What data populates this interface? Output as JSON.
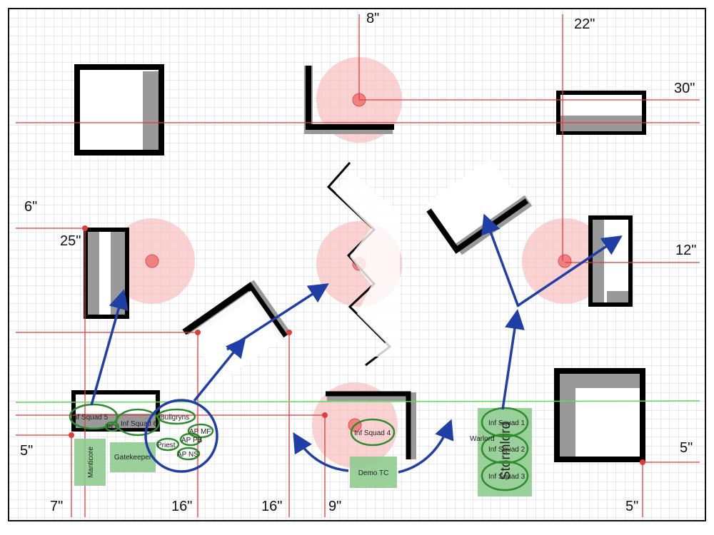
{
  "measurements": {
    "m8": "8\"",
    "m22": "22\"",
    "m30": "30\"",
    "m6": "6\"",
    "m25": "25\"",
    "m12": "12\"",
    "m5_left": "5\"",
    "m5_right": "5\"",
    "m7": "7\"",
    "m16_a": "16\"",
    "m16_b": "16\"",
    "m9": "9\"",
    "m5_bottom": "5\""
  },
  "units": {
    "inf_squad_5": "Inf Squad 5",
    "inf_squad_6": "Inf Squad 6",
    "po": "PO",
    "bullgryns": "Bullgryns",
    "ap_mf": "AP MF",
    "ap_pb": "AP PB",
    "priest": "Priest",
    "ap_ns": "AP NS",
    "inf_squad_4": "Inf Squad 4",
    "inf_squad_1": "Inf Squad 1",
    "inf_squad_2": "Inf Squad 2",
    "inf_squad_3": "Inf Squad 3",
    "warlord": "Warlord"
  },
  "vehicles": {
    "manticore": "Manticore",
    "gatekeeper": "Gatekeeper",
    "demo_tc": "Demo TC",
    "stormlord": "Stormlord"
  },
  "colors": {
    "grid": "#d9d9d9",
    "red_line": "#e23b3b",
    "green_line": "#55e055",
    "arrow": "#1f3fa6",
    "objective_zone": "#f5a3a3",
    "unit_outline": "#2e8b2e",
    "vehicle_fill": "#8fcb8f"
  }
}
